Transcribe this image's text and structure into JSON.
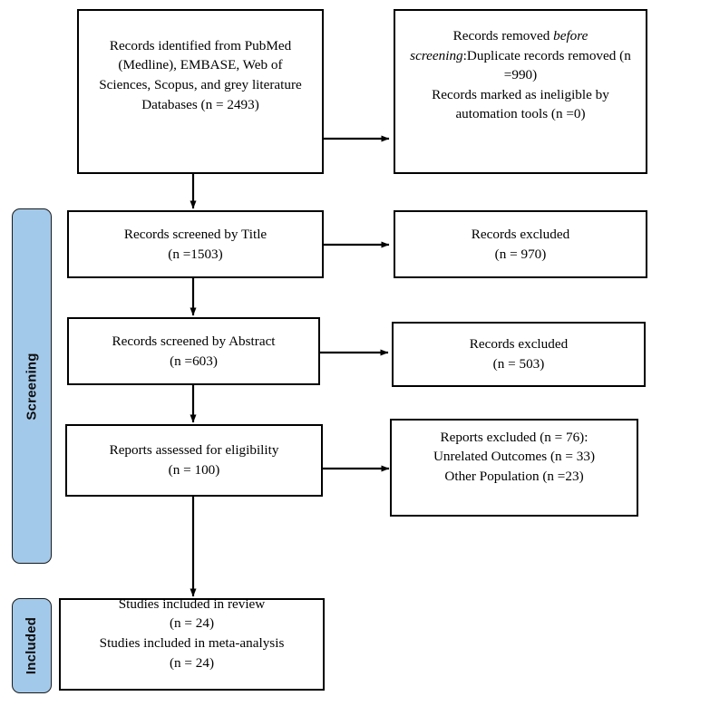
{
  "diagram": {
    "type": "prisma-flow-diagram",
    "title": "PRISMA flow diagram",
    "accent_color": "#a3c9ea",
    "line_color": "#000000",
    "background_color": "#ffffff"
  },
  "stages": [
    {
      "id": "screening",
      "label": "Screening"
    },
    {
      "id": "included",
      "label": "Included"
    }
  ],
  "boxes": {
    "identification": {
      "name": "records-identified",
      "text": "Records identified from PubMed\n(Medline), EMBASE, Web of\nSciences, Scopus, and grey literature\nDatabases (n = 2493)",
      "n": 2493
    },
    "removed_before_screening": {
      "name": "records-removed-before-screening",
      "lead": "Records removed ",
      "lead_em": "before screening",
      "lead_tail": ":",
      "text": "Duplicate records removed (n\n=990)\nRecords marked as ineligible by\nautomation tools (n =0)",
      "duplicates_n": 990,
      "automation_n": 0
    },
    "screened_title": {
      "name": "records-screened-title",
      "text": "Records screened by Title\n(n =1503)",
      "n": 1503
    },
    "excluded_title": {
      "name": "records-excluded-title",
      "text": "Records excluded\n(n = 970)",
      "n": 970
    },
    "screened_abstract": {
      "name": "records-screened-abstract",
      "text": "Records screened by Abstract\n(n =603)",
      "n": 603
    },
    "excluded_abstract": {
      "name": "records-excluded-abstract",
      "text": "Records excluded\n(n = 503)",
      "n": 503
    },
    "eligibility": {
      "name": "reports-assessed-eligibility",
      "text": "Reports assessed for eligibility\n(n = 100)",
      "n": 100
    },
    "reports_excluded": {
      "name": "reports-excluded",
      "text": "Reports excluded (n = 76):\nUnrelated Outcomes (n = 33)\nOther Population (n =23)",
      "total_n": 76,
      "unrelated_outcomes_n": 33,
      "other_population_n": 23
    },
    "included": {
      "name": "studies-included",
      "text": "Studies included in review\n(n = 24)\nStudies included in meta-analysis\n(n = 24)",
      "review_n": 24,
      "meta_analysis_n": 24
    }
  },
  "connectors": [
    {
      "name": "identification-to-removed",
      "direction": "right"
    },
    {
      "name": "identification-to-screened-title",
      "direction": "down"
    },
    {
      "name": "screened-title-to-excluded",
      "direction": "right"
    },
    {
      "name": "screened-title-to-screened-abstract",
      "direction": "down"
    },
    {
      "name": "screened-abstract-to-excluded",
      "direction": "right"
    },
    {
      "name": "screened-abstract-to-eligibility",
      "direction": "down"
    },
    {
      "name": "eligibility-to-reports-excluded",
      "direction": "right"
    },
    {
      "name": "eligibility-to-included",
      "direction": "down"
    }
  ]
}
